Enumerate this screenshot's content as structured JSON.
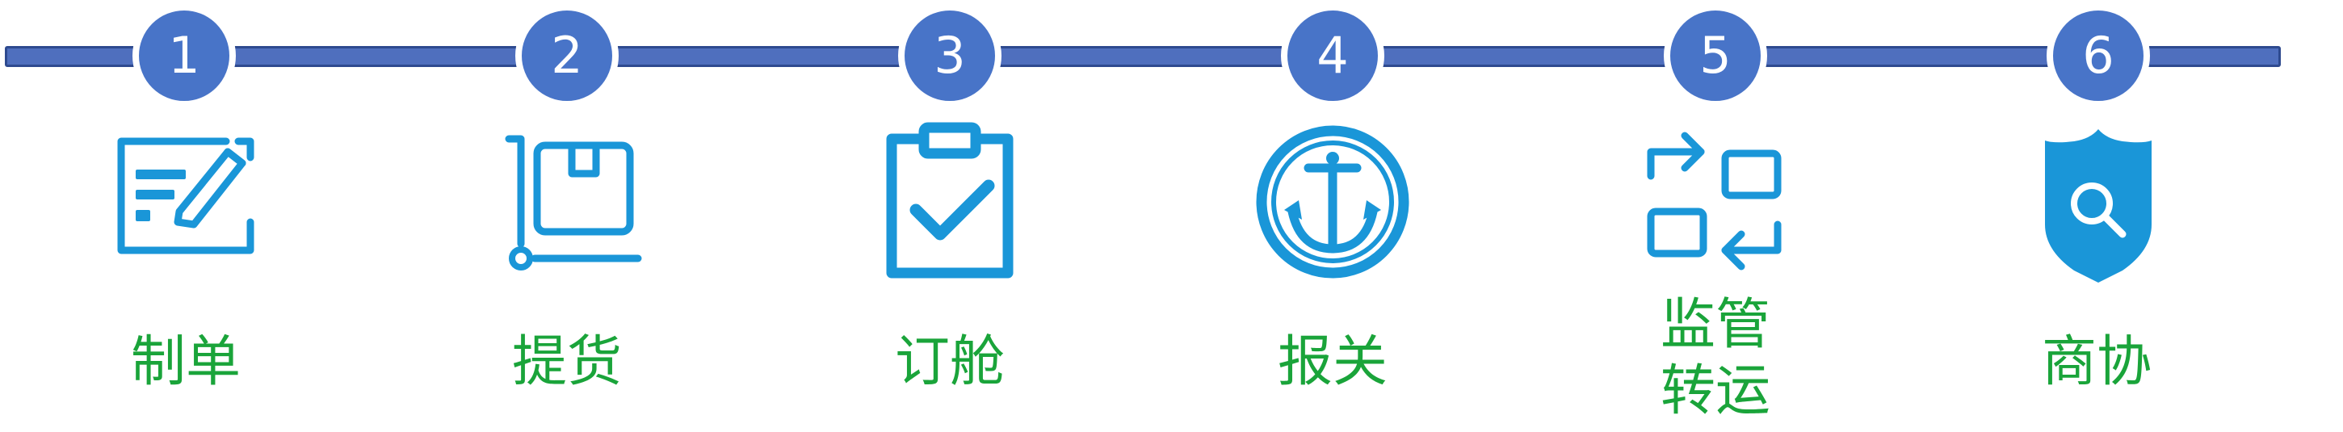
{
  "steps": [
    {
      "number": "1",
      "label": "制单",
      "icon": "document-edit-icon"
    },
    {
      "number": "2",
      "label": "提货",
      "icon": "hand-truck-box-icon"
    },
    {
      "number": "3",
      "label": "订舱",
      "icon": "clipboard-check-icon"
    },
    {
      "number": "4",
      "label": "报关",
      "icon": "anchor-icon"
    },
    {
      "number": "5",
      "label": "监管\n转运",
      "icon": "transfer-arrows-icon"
    },
    {
      "number": "6",
      "label": "商协",
      "icon": "shield-search-icon"
    }
  ],
  "colors": {
    "timeline": "#4f6fbe",
    "badge": "#4874c8",
    "icon": "#1a96d8",
    "label": "#1aa43a"
  }
}
